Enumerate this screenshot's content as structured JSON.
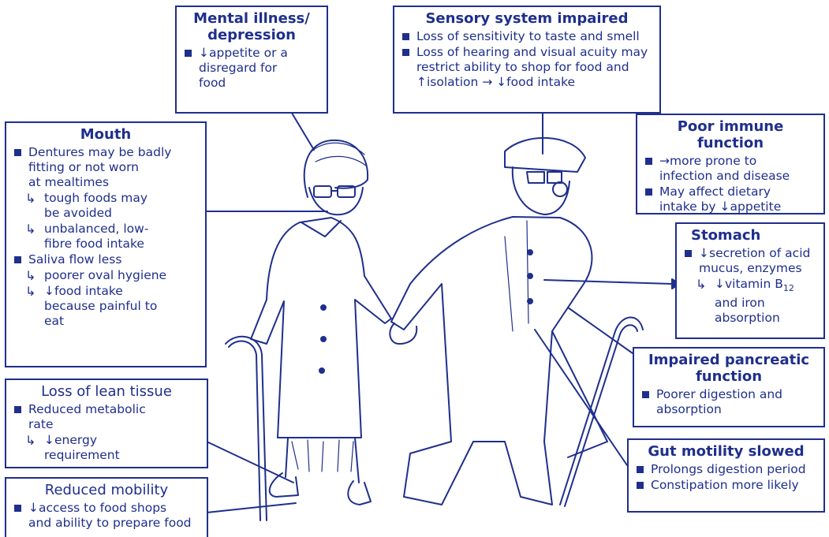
{
  "mental": {
    "title": "Mental illness/\ndepression",
    "text": "↓appetite or a\ndisregard for\nfood"
  },
  "sensory": {
    "title": "Sensory system impaired",
    "b1": "Loss of sensitivity to taste and smell",
    "b2": "Loss of hearing and visual acuity may\nrestrict ability to shop for food and\n↑isolation → ↓food intake"
  },
  "mouth": {
    "title": "Mouth",
    "b1": "Dentures may be badly\nfitting or not worn\nat mealtimes",
    "s1": "tough foods may\nbe avoided",
    "s2": "unbalanced, low-\nfibre food intake",
    "b2": "Saliva flow less",
    "s3": "poorer oval hygiene",
    "s4": "↓food intake\nbecause painful to\neat"
  },
  "immune": {
    "title": "Poor immune function",
    "b1": "→more prone to\ninfection and disease",
    "b2": "May affect dietary\nintake by ↓appetite"
  },
  "stomach": {
    "title": "Stomach",
    "b1": "↓secretion of acid\nmucus, enzymes",
    "s1_pre": "↓vitamin B",
    "s1_sub": "12",
    "s1_post": "\nand iron\nabsorption"
  },
  "lean": {
    "title": "Loss of lean tissue",
    "b1": "Reduced metabolic\nrate",
    "s1": "↓energy\nrequirement"
  },
  "pancreatic": {
    "title": "Impaired pancreatic\nfunction",
    "b1": "Poorer digestion and\nabsorption"
  },
  "gut": {
    "title": "Gut motility slowed",
    "b1": "Prolongs digestion period",
    "b2": "Constipation more likely"
  },
  "mobility": {
    "title": "Reduced mobility",
    "b1": "↓access to food shops\nand ability to prepare food"
  }
}
